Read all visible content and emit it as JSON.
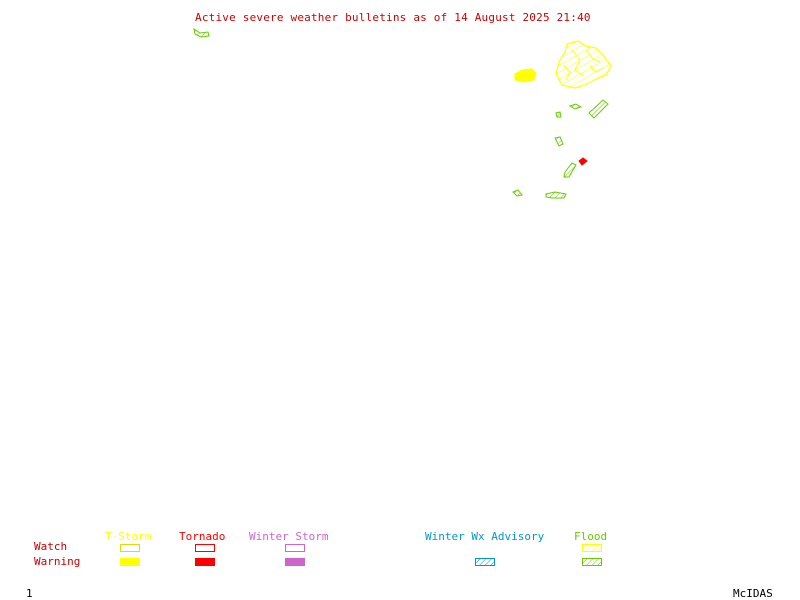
{
  "title": "Active severe weather bulletins as of 14 August 2025 21:40",
  "legend": {
    "rows": {
      "watch": "Watch",
      "warning": "Warning"
    },
    "categories": [
      {
        "name": "T-Storm",
        "color": "#ffff00"
      },
      {
        "name": "Tornado",
        "color": "#ff0000"
      },
      {
        "name": "Winter Storm",
        "color": "#cc66cc"
      },
      {
        "name": "Winter Wx Advisory",
        "color": "#0099cc"
      },
      {
        "name": "Flood",
        "color": "#66cc00"
      }
    ]
  },
  "footer": {
    "frame_number": "1",
    "credit": "McIDAS"
  },
  "colors": {
    "title": "#cc0000",
    "row_labels": "#cc0000",
    "tstorm": "#ffff00",
    "tornado": "#ff0000",
    "winter_storm": "#cc66cc",
    "winter_advisory": "#0099cc",
    "flood": "#66cc00"
  }
}
